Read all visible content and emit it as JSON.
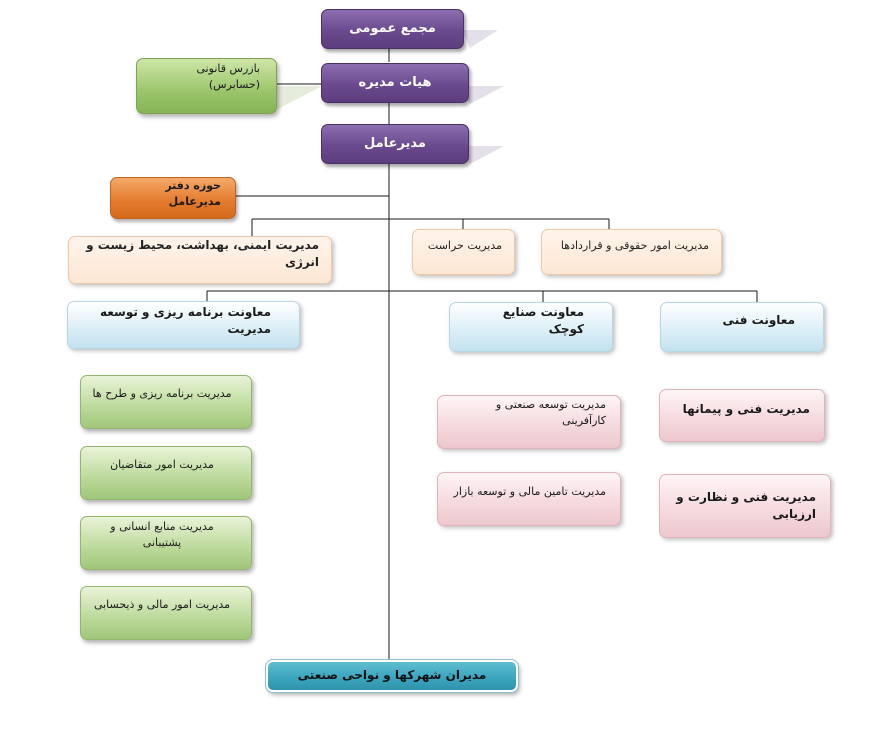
{
  "chart": {
    "general_assembly": "مجمع عمومی",
    "board_of_directors": "هیات مدیره",
    "legal_inspector": "بازرس قانونی (حسابرس)",
    "ceo": "مدیرعامل",
    "ceo_office": "حوزه دفتر مدیرعامل",
    "safety_health_env": "مدیریت ایمنی، بهداشت، محیط زیست و انرژی",
    "security": "مدیریت حراست",
    "legal_contracts": "مدیریت امور حقوقی و قراردادها",
    "planning_deputy": "معاونت برنامه ریزی و توسعه مدیریت",
    "small_industries_deputy": "معاونت صنایع کوچک",
    "technical_deputy": "معاونت فنی",
    "planning_design": "مدیریت برنامه ریزی و طرح ها",
    "applicants_affairs": "مدیریت امور متقاضیان",
    "hr_support": "مدیریت منابع انسانی و پشتیبانی",
    "finance_budget": "مدیریت امور مالی و ذیحسابی",
    "industrial_dev": "مدیریت توسعه صنعتی و کارآفرینی",
    "financing_market": "مدیریت تامین مالی و توسعه بازار",
    "tech_contracts": "مدیریت فنی و پیمانها",
    "tech_supervision": "مدیریت فنی و نظارت و ارزیابی",
    "estates_managers": "مدیران شهرکها و نواحی صنعتی"
  },
  "colors": {
    "board": "#6a4a8e",
    "inspector": "#9bc56b",
    "office": "#e27a2c",
    "staff": "#fde7d4",
    "deputy": "#c2e2ef",
    "department": "#edc7cd",
    "planning_unit": "#bcd99a",
    "estates": "#3aa4bd",
    "connector": "#1a1a1a"
  }
}
